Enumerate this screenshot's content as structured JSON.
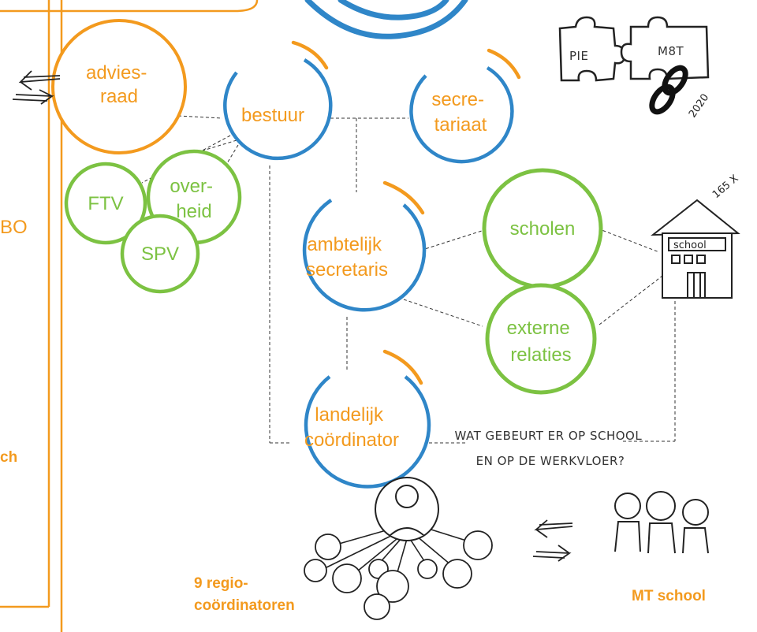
{
  "colors": {
    "orange": "#f39a1e",
    "blue": "#2f86c8",
    "green": "#7cc242",
    "ink": "#222222"
  },
  "nodes": {
    "adviesraad": [
      "advies-",
      "raad"
    ],
    "bestuur": [
      "bestuur"
    ],
    "secretariaat": [
      "secre-",
      "tariaat"
    ],
    "ftv": [
      "FTV"
    ],
    "overheid": [
      "over-",
      "heid"
    ],
    "spv": [
      "SPV"
    ],
    "ambtelijk": [
      "ambtelijk",
      "secretaris"
    ],
    "scholen": [
      "scholen"
    ],
    "externe": [
      "externe",
      "relaties"
    ],
    "landelijk": [
      "landelijk",
      "coördinator"
    ]
  },
  "edge_texts": {
    "left_bo": "BO",
    "left_ch": "ch"
  },
  "annotation": [
    "WAT GEBEURT ER OP SCHOOL",
    "EN OP DE WERKVLOER?"
  ],
  "puzzle": {
    "left": "PIE",
    "right": "M8T",
    "year": "2020"
  },
  "school": {
    "sign": "school",
    "count": "165 X"
  },
  "groups": {
    "regio": [
      "9 regio-",
      "coördinatoren"
    ],
    "mt": "MT school"
  },
  "icons": [
    "exchange-arrows-icon",
    "puzzle-icon",
    "chain-link-icon",
    "school-building-icon",
    "person-icon"
  ]
}
